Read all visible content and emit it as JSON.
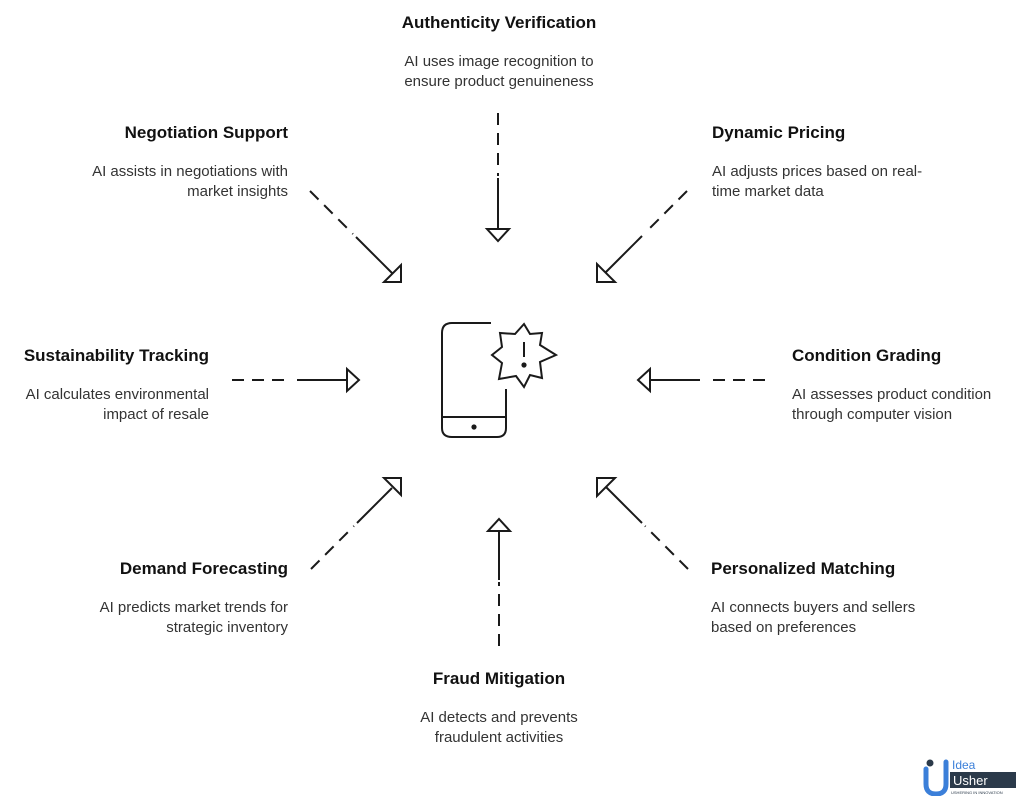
{
  "center_icon": "smartphone-alert-icon",
  "items": [
    {
      "id": "authenticity-verification",
      "title": "Authenticity Verification",
      "desc_lines": [
        "AI uses image recognition to",
        "ensure product genuineness"
      ]
    },
    {
      "id": "dynamic-pricing",
      "title": "Dynamic Pricing",
      "desc_lines": [
        "AI adjusts prices based on real-",
        "time market data"
      ]
    },
    {
      "id": "condition-grading",
      "title": "Condition Grading",
      "desc_lines": [
        "AI assesses product condition",
        "through computer vision"
      ]
    },
    {
      "id": "personalized-matching",
      "title": "Personalized Matching",
      "desc_lines": [
        "AI connects buyers and sellers",
        "based on preferences"
      ]
    },
    {
      "id": "fraud-mitigation",
      "title": "Fraud Mitigation",
      "desc_lines": [
        "AI detects and prevents",
        "fraudulent activities"
      ]
    },
    {
      "id": "demand-forecasting",
      "title": "Demand Forecasting",
      "desc_lines": [
        "AI predicts market trends for",
        "strategic inventory"
      ]
    },
    {
      "id": "sustainability-tracking",
      "title": "Sustainability Tracking",
      "desc_lines": [
        "AI calculates environmental",
        "impact of resale"
      ]
    },
    {
      "id": "negotiation-support",
      "title": "Negotiation Support",
      "desc_lines": [
        "AI assists in negotiations with",
        "market insights"
      ]
    }
  ],
  "logo": {
    "line1": "Idea",
    "line2": "Usher",
    "tagline": "USHERING IN INNOVATION",
    "primary_color": "#3b7fd9",
    "dark_color": "#2b3a4a"
  }
}
